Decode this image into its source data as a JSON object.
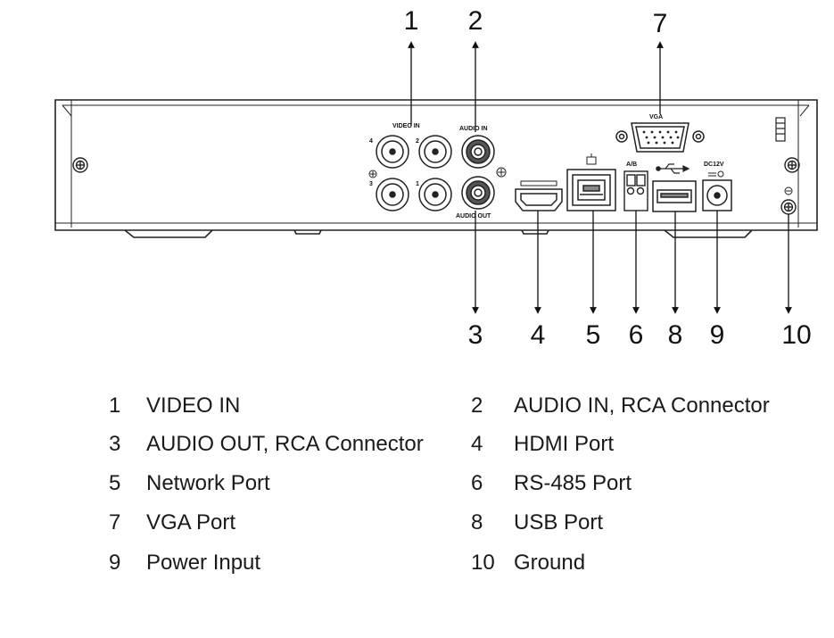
{
  "callouts": {
    "c1": "1",
    "c2": "2",
    "c3": "3",
    "c4": "4",
    "c5": "5",
    "c6": "6",
    "c7": "7",
    "c8": "8",
    "c9": "9",
    "c10": "10"
  },
  "panel_labels": {
    "video_in": "VIDEO IN",
    "video_ch1": "1",
    "video_ch2": "2",
    "video_ch3": "3",
    "video_ch4": "4",
    "audio_in": "AUDIO IN",
    "audio_out": "AUDIO OUT",
    "vga": "VGA",
    "ab": "A/B",
    "dc12v": "DC12V"
  },
  "legend": [
    {
      "num": "1",
      "text": "VIDEO IN"
    },
    {
      "num": "2",
      "text": "AUDIO IN, RCA Connector"
    },
    {
      "num": "3",
      "text": "AUDIO OUT, RCA Connector"
    },
    {
      "num": "4",
      "text": "HDMI Port"
    },
    {
      "num": "5",
      "text": "Network Port"
    },
    {
      "num": "6",
      "text": "RS-485 Port"
    },
    {
      "num": "7",
      "text": "VGA Port"
    },
    {
      "num": "8",
      "text": "USB Port"
    },
    {
      "num": "9",
      "text": "Power Input"
    },
    {
      "num": "10",
      "text": "Ground"
    }
  ]
}
